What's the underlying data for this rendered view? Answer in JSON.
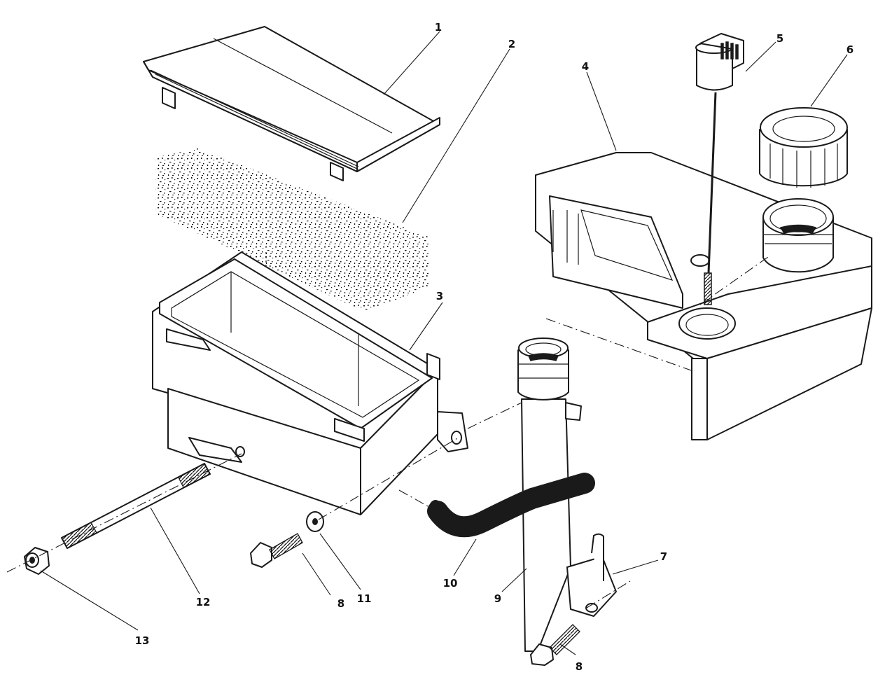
{
  "callouts": [
    {
      "id": "c1",
      "label": "1"
    },
    {
      "id": "c2",
      "label": "2"
    },
    {
      "id": "c3",
      "label": "3"
    },
    {
      "id": "c4",
      "label": "4"
    },
    {
      "id": "c5",
      "label": "5"
    },
    {
      "id": "c6",
      "label": "6"
    },
    {
      "id": "c7",
      "label": "7"
    },
    {
      "id": "c8a",
      "label": "8"
    },
    {
      "id": "c8b",
      "label": "8"
    },
    {
      "id": "c9",
      "label": "9"
    },
    {
      "id": "c10",
      "label": "10"
    },
    {
      "id": "c11",
      "label": "11"
    },
    {
      "id": "c12",
      "label": "12"
    },
    {
      "id": "c13",
      "label": "13"
    }
  ]
}
